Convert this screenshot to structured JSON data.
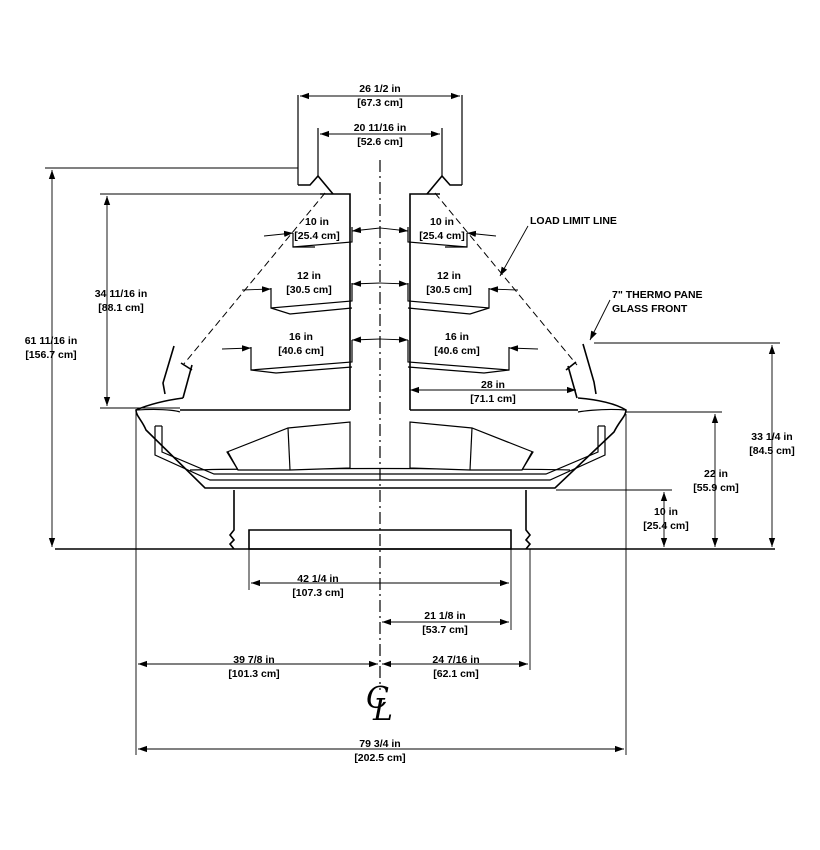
{
  "dimensions": {
    "top_outer_width": {
      "imperial": "26 1/2 in",
      "metric": "[67.3 cm]"
    },
    "top_inner_width": {
      "imperial": "20 11/16 in",
      "metric": "[52.6 cm]"
    },
    "shelf_left_1": {
      "imperial": "10 in",
      "metric": "[25.4 cm]"
    },
    "shelf_right_1": {
      "imperial": "10 in",
      "metric": "[25.4 cm]"
    },
    "shelf_left_2": {
      "imperial": "12 in",
      "metric": "[30.5 cm]"
    },
    "shelf_right_2": {
      "imperial": "12 in",
      "metric": "[30.5 cm]"
    },
    "shelf_left_3": {
      "imperial": "16 in",
      "metric": "[40.6 cm]"
    },
    "shelf_right_3": {
      "imperial": "16 in",
      "metric": "[40.6 cm]"
    },
    "deck_depth": {
      "imperial": "28 in",
      "metric": "[71.1 cm]"
    },
    "shelf_zone_height": {
      "imperial": "34 11/16 in",
      "metric": "[88.1 cm]"
    },
    "overall_height": {
      "imperial": "61 11/16 in",
      "metric": "[156.7 cm]"
    },
    "front_height": {
      "imperial": "33 1/4 in",
      "metric": "[84.5 cm]"
    },
    "deck_height": {
      "imperial": "22 in",
      "metric": "[55.9 cm]"
    },
    "base_height": {
      "imperial": "10 in",
      "metric": "[25.4 cm]"
    },
    "base_width": {
      "imperial": "42 1/4 in",
      "metric": "[107.3 cm]"
    },
    "base_half_width": {
      "imperial": "21 1/8 in",
      "metric": "[53.7 cm]"
    },
    "left_extent": {
      "imperial": "39 7/8 in",
      "metric": "[101.3 cm]"
    },
    "right_extent": {
      "imperial": "24 7/16 in",
      "metric": "[62.1 cm]"
    },
    "overall_width": {
      "imperial": "79 3/4 in",
      "metric": "[202.5 cm]"
    }
  },
  "callouts": {
    "load_limit": "LOAD LIMIT LINE",
    "glass_line1": "7\" THERMO PANE",
    "glass_line2": "GLASS FRONT"
  },
  "centerline_symbol": "CL"
}
